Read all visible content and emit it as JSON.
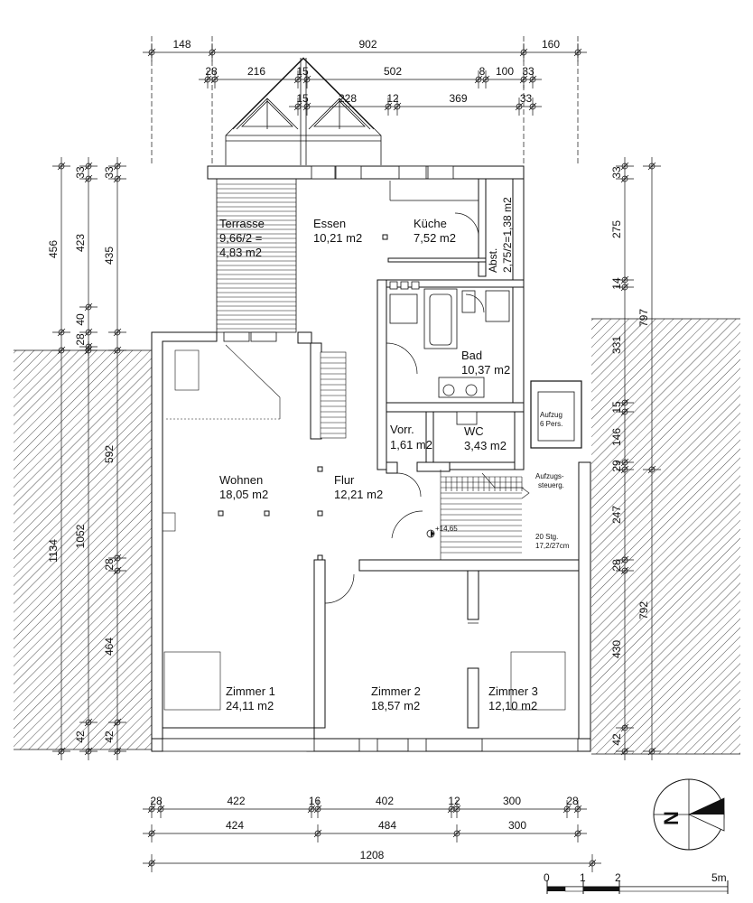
{
  "dims": {
    "top1": [
      "148",
      "902",
      "160"
    ],
    "top2": [
      "28",
      "216",
      "15",
      "502",
      "8",
      "100",
      "33"
    ],
    "top3": [
      "15",
      "228",
      "12",
      "369",
      "33"
    ],
    "bottom1": [
      "28",
      "422",
      "16",
      "402",
      "12",
      "300",
      "28"
    ],
    "bottom2": [
      "424",
      "484",
      "300"
    ],
    "bottom3": "1208",
    "left_a": [
      "456"
    ],
    "left_b": [
      "33",
      "423",
      "40",
      "28"
    ],
    "left_c": [
      "33",
      "435"
    ],
    "left_d": [
      "1134"
    ],
    "left_e": [
      "1052",
      "42"
    ],
    "left_f": [
      "592",
      "28",
      "464",
      "42"
    ],
    "right_a": [
      "33",
      "275",
      "14",
      "331",
      "15",
      "146",
      "29",
      "247",
      "28",
      "430",
      "42"
    ],
    "right_b": [
      "797",
      "792"
    ]
  },
  "rooms": {
    "terrasse": [
      "Terrasse",
      "9,66/2 =",
      "4,83 m2"
    ],
    "essen": [
      "Essen",
      "10,21 m2"
    ],
    "kueche": [
      "Küche",
      "7,52 m2"
    ],
    "abst": [
      "Abst.",
      "2,75/2=1,38 m2"
    ],
    "bad": [
      "Bad",
      "10,37 m2"
    ],
    "vorr": [
      "Vorr.",
      "1,61 m2"
    ],
    "wc": [
      "WC",
      "3,43 m2"
    ],
    "wohnen": [
      "Wohnen",
      "18,05 m2"
    ],
    "flur": [
      "Flur",
      "12,21 m2"
    ],
    "zimmer1": [
      "Zimmer 1",
      "24,11 m2"
    ],
    "zimmer2": [
      "Zimmer 2",
      "18,57 m2"
    ],
    "zimmer3": [
      "Zimmer 3",
      "12,10 m2"
    ]
  },
  "notes": {
    "aufzug": [
      "Aufzug",
      "6 Pers."
    ],
    "aufzugssteuerung": [
      "Aufzugs-",
      "steuerg."
    ],
    "stairs": [
      "20 Stg.",
      "17,2/27cm"
    ],
    "level": "+14,65"
  },
  "compass": {
    "letter": "N"
  },
  "scale": {
    "labels": [
      "0",
      "1",
      "2",
      "5m"
    ]
  }
}
